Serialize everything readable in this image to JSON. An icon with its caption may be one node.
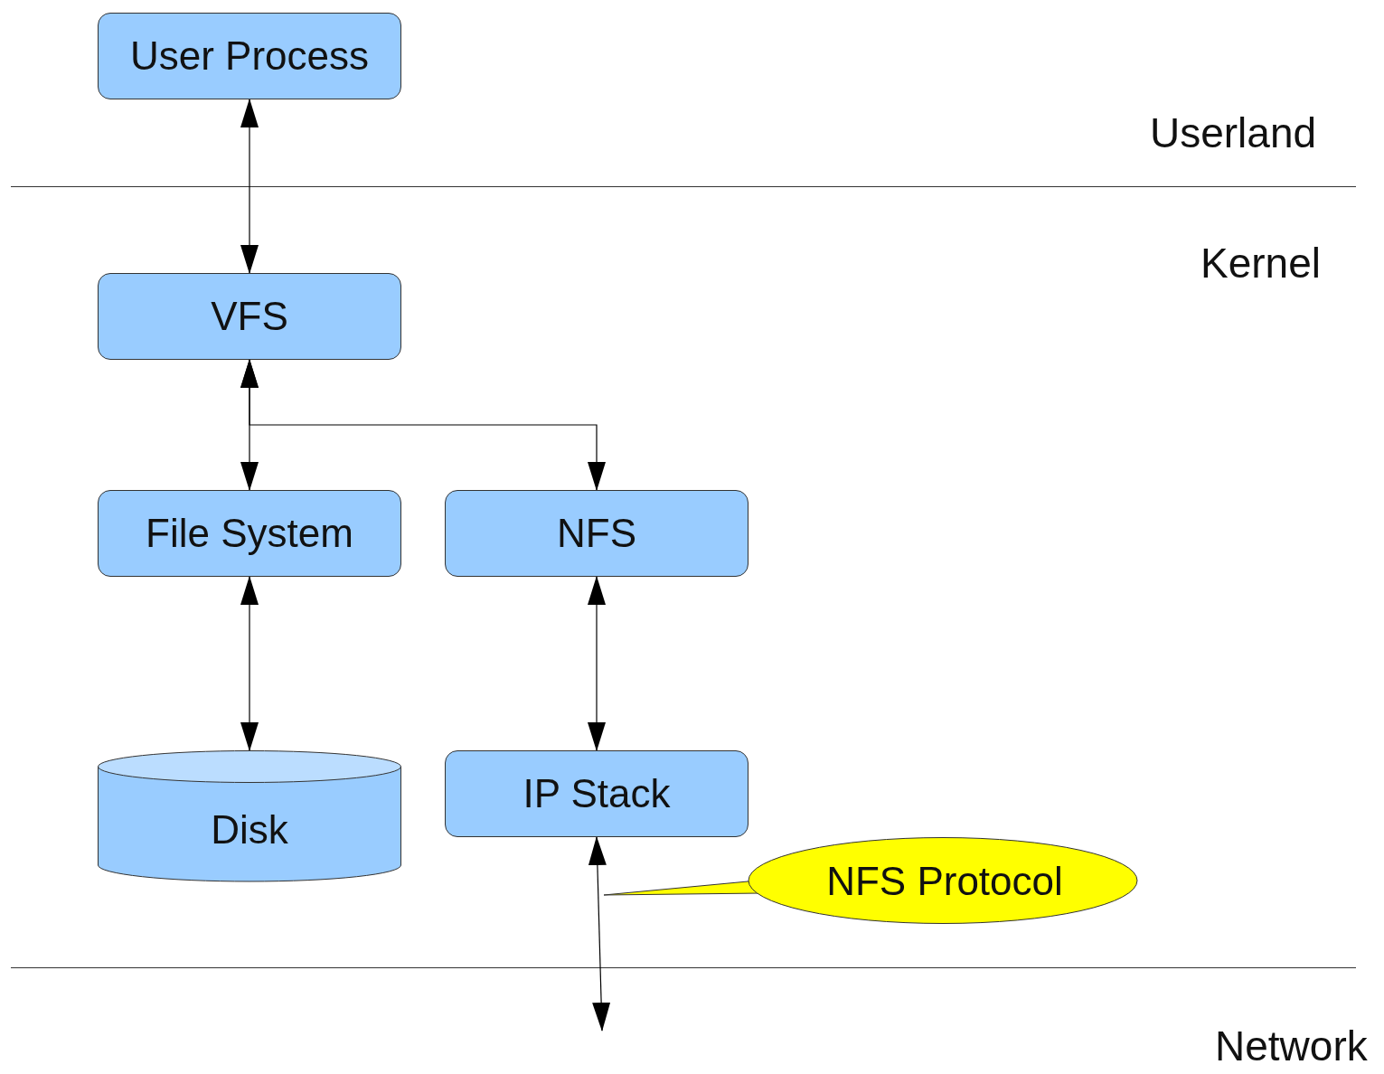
{
  "diagram": {
    "nodes": [
      {
        "text": [
          "User Process"
        ]
      },
      {
        "text": [
          "VFS"
        ]
      },
      {
        "text": [
          "File System"
        ]
      },
      {
        "text": [
          "NFS"
        ]
      },
      {
        "text": [
          "Disk"
        ]
      },
      {
        "text": [
          "IP Stack"
        ]
      },
      {
        "text": [
          "NFS Protocol"
        ]
      }
    ],
    "edges": [
      {
        "from": 0,
        "to": 1,
        "arrow": "both"
      },
      {
        "from": 1,
        "to": 2,
        "arrow": "both"
      },
      {
        "from": 1,
        "to": 3,
        "arrow": "both"
      },
      {
        "from": 2,
        "to": 4,
        "arrow": "both"
      },
      {
        "from": 3,
        "to": 5,
        "arrow": "both"
      },
      {
        "from": 5,
        "to": null,
        "arrow": "both"
      }
    ],
    "labels": [
      "Userland",
      "Kernel",
      "Network"
    ]
  }
}
